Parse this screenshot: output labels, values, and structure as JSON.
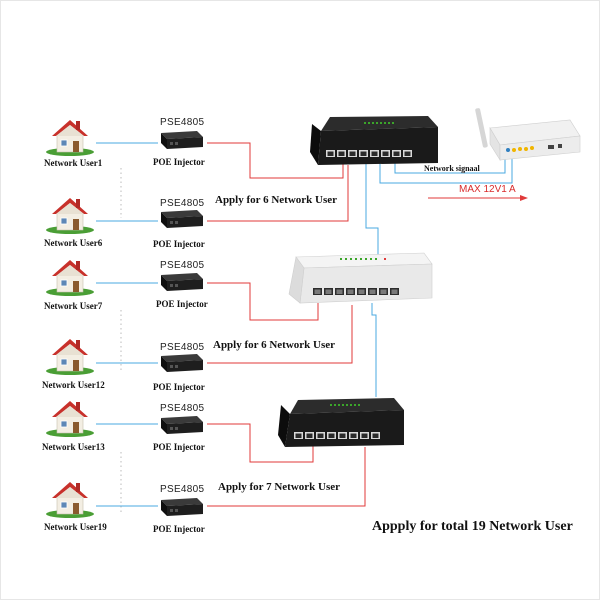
{
  "users": {
    "u1": "Network User1",
    "u6": "Network User6",
    "u7": "Network User7",
    "u12": "Network User12",
    "u13": "Network User13",
    "u19": "Network User19"
  },
  "injector": {
    "model": "PSE4805",
    "label": "POE Injector"
  },
  "groups": {
    "g1": "Apply for 6 Network User",
    "g2": "Apply for 6 Network User",
    "g3": "Apply for 7 Network User"
  },
  "router": {
    "signal_label": "Network signaal",
    "power_label": "MAX 12V1 A"
  },
  "total": "Appply for total 19 Network User",
  "colors": {
    "red_line": "#e03a3a",
    "blue_line": "#4aa8e0",
    "switch_dark": "#1c1c1c",
    "switch_white": "#f2f2f2",
    "roof": "#c8312b",
    "grass": "#4a9e35"
  }
}
